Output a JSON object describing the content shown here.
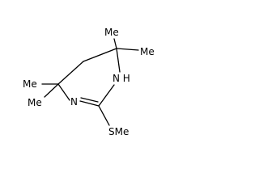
{
  "molecule": {
    "atoms": {
      "nh": "N H",
      "n": "N",
      "sme": "SMe",
      "me_c5_upper": "Me",
      "me_c5_lower": "Me",
      "me_c3_upper": "Me",
      "me_c3_right": "Me"
    }
  }
}
